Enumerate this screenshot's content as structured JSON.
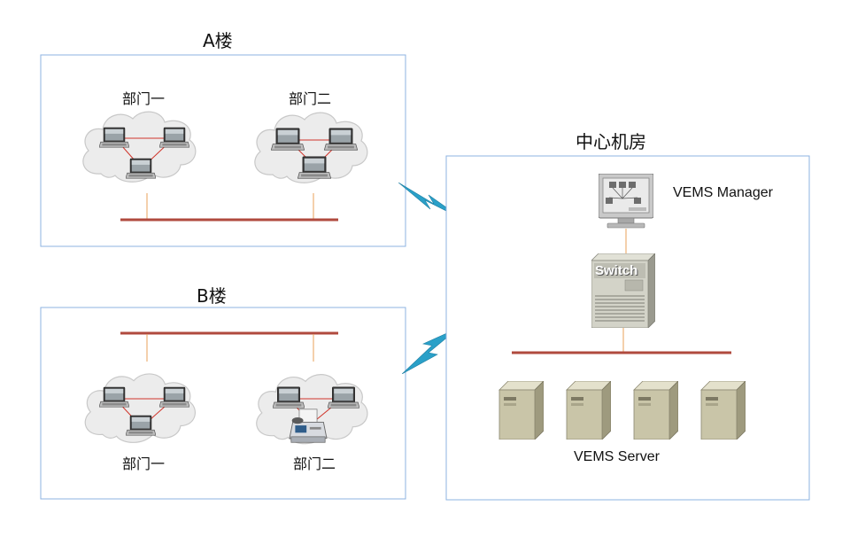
{
  "building_a": {
    "title": "A楼",
    "dept1_label": "部门一",
    "dept2_label": "部门二"
  },
  "building_b": {
    "title": "B楼",
    "dept1_label": "部门一",
    "dept2_label": "部门二"
  },
  "center": {
    "title": "中心机房",
    "manager_label": "VEMS Manager",
    "switch_label": "Switch",
    "server_label": "VEMS Server",
    "server_count": 4
  },
  "colors": {
    "frame_border": "#8db3e2",
    "bus": "#b04a3e",
    "link": "#e8a15a",
    "lan_link": "#d0352b",
    "cloud_fill": "#ececec",
    "cloud_stroke": "#c8c8c8",
    "wan_bolt": "#2aa0c8",
    "server_body": "#c9c5a8",
    "server_side": "#9e9a7e"
  },
  "icons": {
    "laptop": "laptop-icon",
    "printer": "printer-icon",
    "server": "server-icon",
    "switch": "switch-icon",
    "monitor": "manager-monitor-icon",
    "cloud": "network-cloud-icon",
    "wan": "wan-lightning-icon"
  }
}
